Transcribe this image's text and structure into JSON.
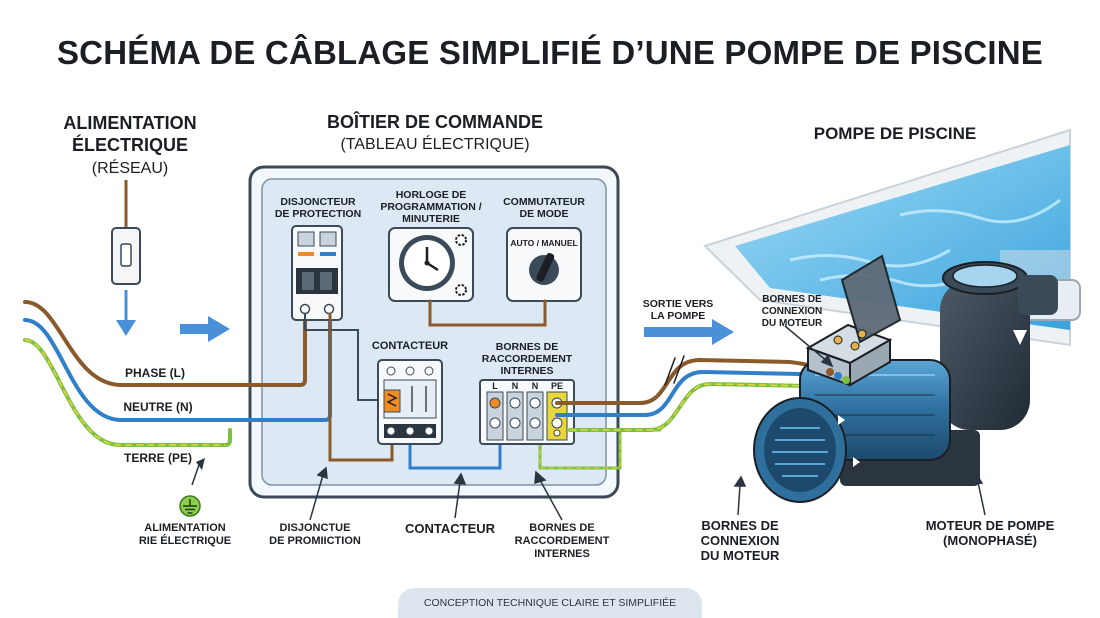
{
  "title": "SCHÉMA DE CÂBLAGE SIMPLIFIÉ D’UNE POMPE DE PISCINE",
  "supply": {
    "heading_line1": "ALIMENTATION",
    "heading_line2": "ÉLECTRIQUE",
    "heading_sub": "(RÉSEAU)",
    "wires": {
      "phase": "PHASE (L)",
      "neutral": "NEUTRE (N)",
      "earth": "TERRE (PE)"
    },
    "caption_line1": "ALIMENTATION",
    "caption_line2": "RIE ÉLECTRIQUE"
  },
  "control_box": {
    "heading": "BOÎTIER DE COMMANDE",
    "heading_sub": "(TABLEAU ÉLECTRIQUE)",
    "breaker_line1": "DISJONCTEUR",
    "breaker_line2": "DE PROTECTION",
    "timer_line1": "HORLOGE DE",
    "timer_line2": "PROGRAMMATION /",
    "timer_line3": "MINUTERIE",
    "switch_line1": "COMMUTATEUR",
    "switch_line2": "DE MODE",
    "switch_face": "AUTO / MANUEL",
    "contactor": "CONTACTEUR",
    "terminals_line1": "BORNES DE",
    "terminals_line2": "RACCORDEMENT",
    "terminals_line3": "INTERNES",
    "terminal_labels": [
      "L",
      "N",
      "N",
      "PE"
    ]
  },
  "pump": {
    "heading": "POMPE DE PISCINE",
    "output_line1": "SORTIE VERS",
    "output_line2": "LA POMPE",
    "motor_terminals_line1": "BORNES DE",
    "motor_terminals_line2": "CONNEXION",
    "motor_terminals_line3": "DU MOTEUR"
  },
  "bottom_captions": {
    "breaker_line1": "DISJONCTUE",
    "breaker_line2": "DE PROMIICTION",
    "contactor": "CONTACTEUR",
    "terminals_line1": "BORNES DE",
    "terminals_line2": "RACCORDEMENT",
    "terminals_line3": "INTERNES",
    "motor_terminals_line1": "BORNES DE",
    "motor_terminals_line2": "CONNEXION",
    "motor_terminals_line3": "DU MOTEUR",
    "motor_line1": "MOTEUR DE POMPE",
    "motor_line2": "(MONOPHASÉ)"
  },
  "footer": "CONCEPTION TECHNIQUE CLAIRE ET SIMPLIFIÉE",
  "colors": {
    "phase_wire": "#8a5a2b",
    "neutral_wire": "#2f7fc9",
    "earth_wire": "#7bc043",
    "earth_stripe": "#e8d63a",
    "panel": "#e8f1f8",
    "water": "#4fb3e8",
    "motor": "#2e6f9e",
    "arrow": "#4a90d9"
  },
  "icons": [
    "wall-switch-icon",
    "ground-symbol-icon",
    "gear-icon",
    "clock-icon",
    "rotary-switch-icon",
    "flow-arrow-icon"
  ]
}
